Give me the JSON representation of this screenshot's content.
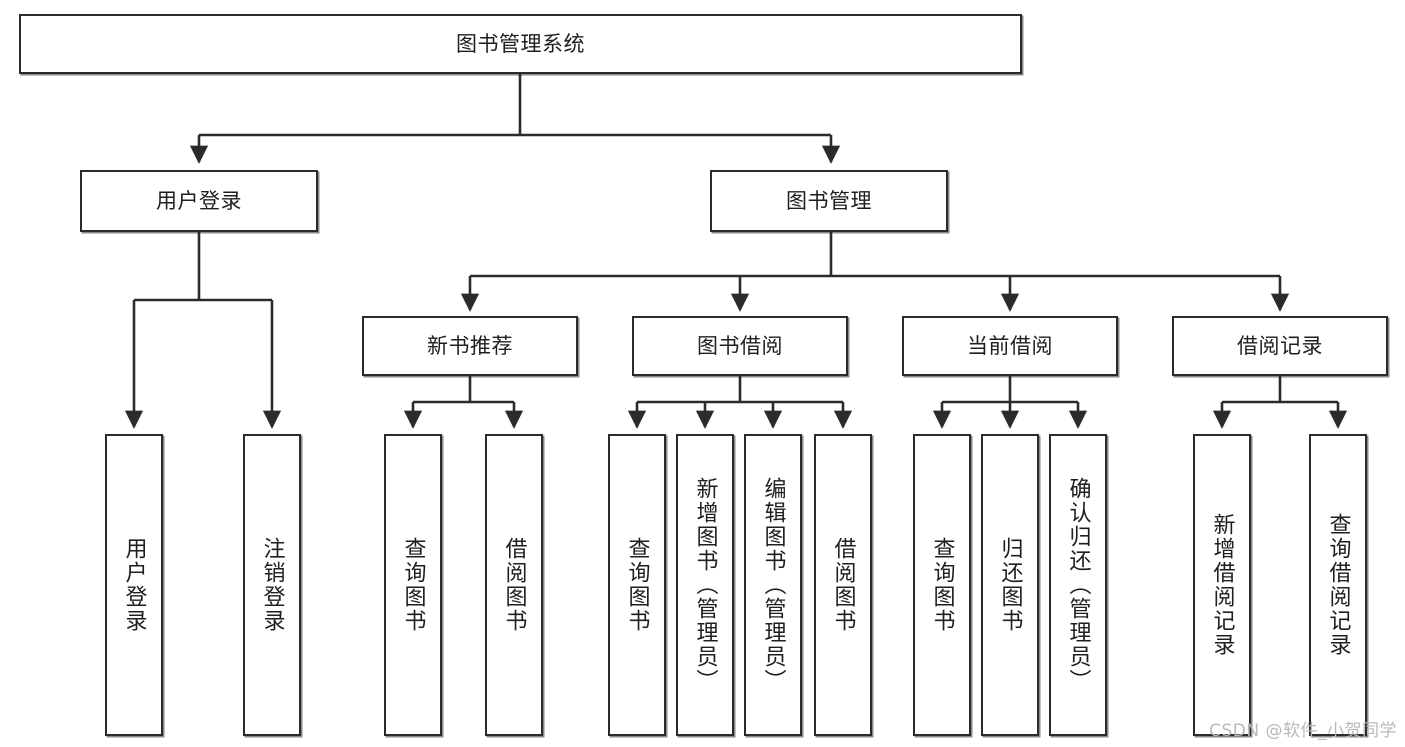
{
  "diagram": {
    "title": "图书管理系统",
    "type": "hierarchy-tree",
    "watermark": "CSDN @软件_小贺同学",
    "root": {
      "label": "图书管理系统"
    },
    "level2": [
      {
        "label": "用户登录"
      },
      {
        "label": "图书管理"
      }
    ],
    "level3": [
      {
        "label": "新书推荐"
      },
      {
        "label": "图书借阅"
      },
      {
        "label": "当前借阅"
      },
      {
        "label": "借阅记录"
      }
    ],
    "leaves": [
      {
        "label": "用户登录"
      },
      {
        "label": "注销登录"
      },
      {
        "label": "查询图书"
      },
      {
        "label": "借阅图书"
      },
      {
        "label": "查询图书"
      },
      {
        "label": "新增图书（管理员）"
      },
      {
        "label": "编辑图书（管理员）"
      },
      {
        "label": "借阅图书"
      },
      {
        "label": "查询图书"
      },
      {
        "label": "归还图书"
      },
      {
        "label": "确认归还（管理员）"
      },
      {
        "label": "新增借阅记录"
      },
      {
        "label": "查询借阅记录"
      }
    ],
    "colors": {
      "stroke": "#2b2b2b",
      "fill": "#ffffff",
      "text": "#1f1f1f",
      "watermark": "#b9b9b9"
    }
  }
}
